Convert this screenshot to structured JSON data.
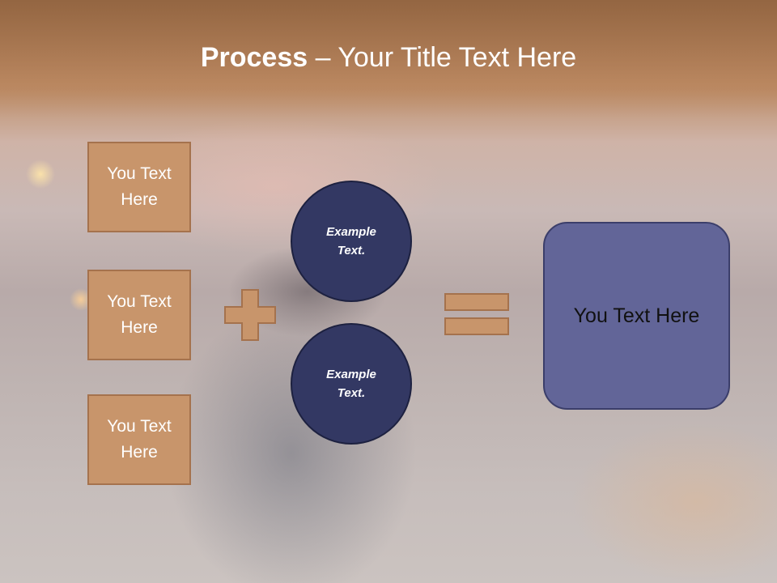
{
  "title": {
    "strong": "Process",
    "rest": " – Your Title Text Here"
  },
  "left_boxes": [
    {
      "label": "You Text Here"
    },
    {
      "label": "You Text Here"
    },
    {
      "label": "You Text Here"
    }
  ],
  "circles": [
    {
      "label": "Example Text."
    },
    {
      "label": "Example Text."
    }
  ],
  "result": {
    "label": "You Text Here"
  },
  "icons": {
    "plus": "plus-icon",
    "equals": "equals-icon"
  },
  "colors": {
    "box_fill": "#c8956b",
    "circle_fill": "#333863",
    "result_fill": "#626598",
    "operator_fill": "#c8956b"
  }
}
